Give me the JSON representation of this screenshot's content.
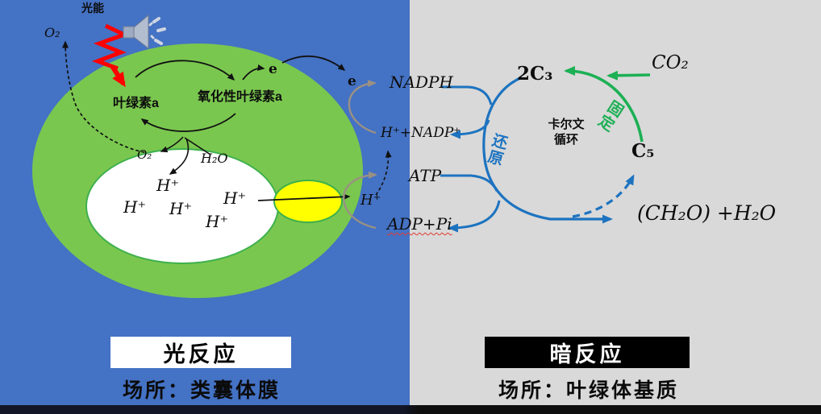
{
  "colors": {
    "light_panel_bg": "#4472C4",
    "dark_panel_bg": "#D9D9D9",
    "membrane_green": "#7AC74F",
    "synthase_yellow": "#FFFF00",
    "arrow_blue": "#1d73c0",
    "arrow_green": "#1cb054",
    "arrow_red": "#FF0000",
    "arrow_gray": "#9a9184"
  },
  "light_panel": {
    "title": "光反应",
    "location": "场所：类囊体膜",
    "labels": {
      "light_energy": "光能",
      "o2_released": "O₂",
      "chlorophyll_a": "叶绿素a",
      "oxidized_chlorophyll_a": "氧化性叶绿素a",
      "electron": "e",
      "o2_inner": "O₂",
      "water": "H₂O",
      "proton": "H⁺"
    }
  },
  "carriers": {
    "nadph": "NADPH",
    "nadp_plus": "H⁺+NADP⁺",
    "atp": "ATP",
    "adp_pi": "ADP+Pi",
    "proton": "H⁺"
  },
  "dark_panel": {
    "title": "暗反应",
    "location": "场所：叶绿体基质",
    "labels": {
      "c3": "2C₃",
      "c5": "C₅",
      "co2": "CO₂",
      "calvin_line1": "卡尔文",
      "calvin_line2": "循环",
      "reduction": "还原",
      "fixation": "固定",
      "product": "(CH₂O) +H₂O"
    }
  }
}
